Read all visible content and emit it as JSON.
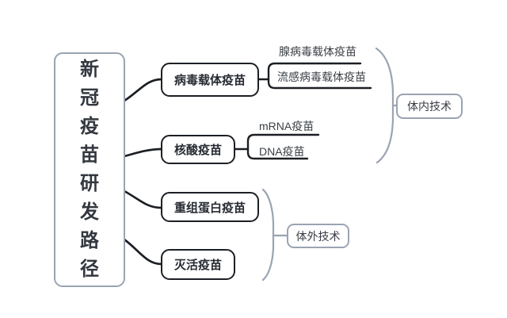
{
  "root": {
    "label": "新冠疫苗研发路径"
  },
  "branches": [
    {
      "label": "病毒载体疫苗",
      "children": [
        {
          "label": "腺病毒载体疫苗"
        },
        {
          "label": "流感病毒载体疫苗"
        }
      ]
    },
    {
      "label": "核酸疫苗",
      "children": [
        {
          "label": "mRNA疫苗"
        },
        {
          "label": "DNA疫苗"
        }
      ]
    },
    {
      "label": "重组蛋白疫苗",
      "children": []
    },
    {
      "label": "灭活疫苗",
      "children": []
    }
  ],
  "groups": [
    {
      "label": "体内技术"
    },
    {
      "label": "体外技术"
    }
  ],
  "colors": {
    "background": "#ffffff",
    "branch_line": "#1b1f24",
    "group_line": "#9aa4b2",
    "root_border": "#9aa4b2",
    "branch_border": "#1c2026",
    "root_text": "#333840",
    "branch_text": "#272c33",
    "sub_text": "#3b4046",
    "group_text": "#383d44"
  }
}
